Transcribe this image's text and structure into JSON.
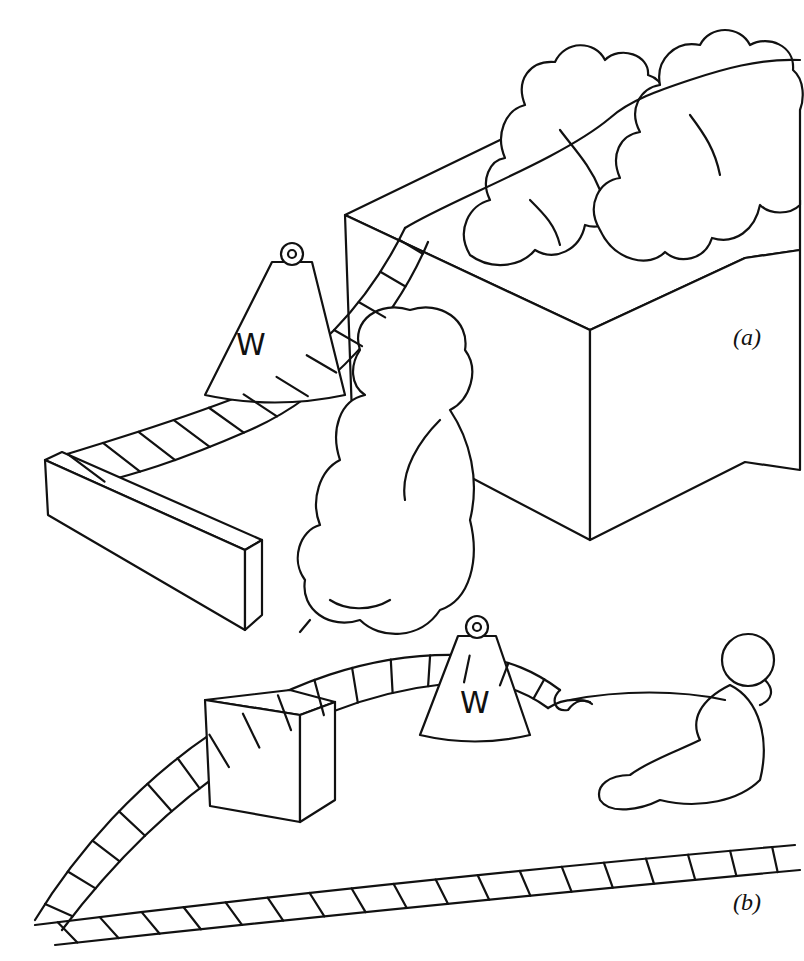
{
  "diagram": {
    "labels": [
      "W",
      "(a)",
      "W",
      "(b)"
    ]
  }
}
